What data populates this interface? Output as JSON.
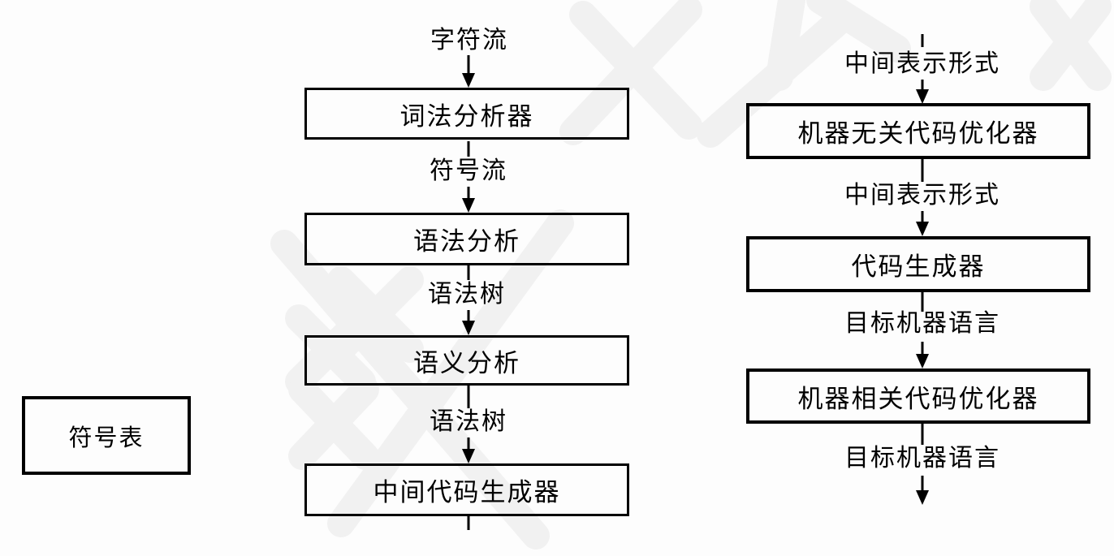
{
  "left_box": {
    "label": "符号表"
  },
  "middle_column": {
    "input_label": "字符流",
    "stages": [
      {
        "box": "词法分析器",
        "output": "符号流"
      },
      {
        "box": "语法分析",
        "output": "语法树"
      },
      {
        "box": "语义分析",
        "output": "语法树"
      },
      {
        "box": "中间代码生成器",
        "output": ""
      }
    ]
  },
  "right_column": {
    "input_label": "中间表示形式",
    "stages": [
      {
        "box": "机器无关代码优化器",
        "output": "中间表示形式"
      },
      {
        "box": "代码生成器",
        "output": "目标机器语言"
      },
      {
        "box": "机器相关代码优化器",
        "output": "目标机器语言"
      }
    ]
  },
  "colors": {
    "stroke": "#000000",
    "background": "#fdfdfd",
    "watermark": "#f1f1f1"
  }
}
